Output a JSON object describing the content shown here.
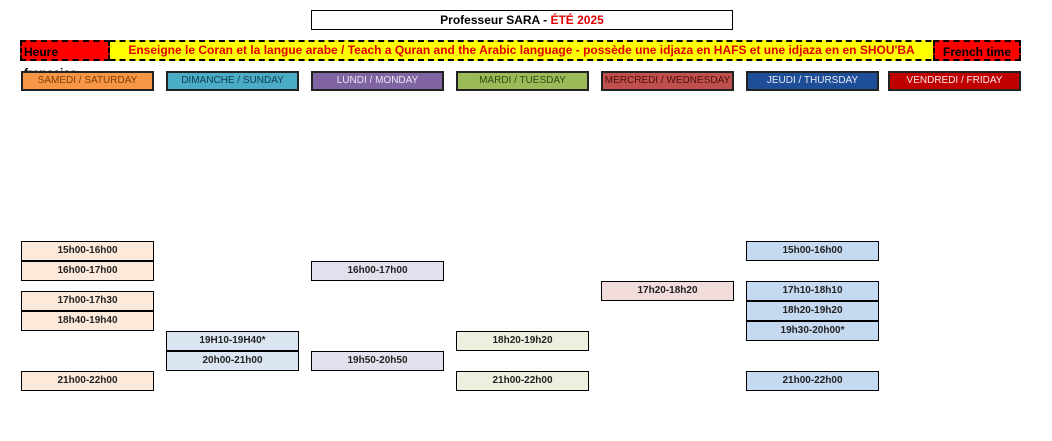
{
  "title": {
    "text": "Professeur SARA",
    "separator": " - ",
    "season": "ÉTÉ 2025"
  },
  "banner": {
    "left": "Heure française",
    "center": "Enseigne le Coran et la langue arabe / Teach a Quran and the Arabic language - possède une idjaza en HAFS et une idjaza en en SHOU'BA",
    "right": "French time"
  },
  "days": [
    {
      "label": "SAMEDI / SATURDAY",
      "color": "#f79646",
      "text_color": "#7f3f00"
    },
    {
      "label": "DIMANCHE / SUNDAY",
      "color": "#4bacc6",
      "text_color": "#0e3c50"
    },
    {
      "label": "LUNDI / MONDAY",
      "color": "#8064a2",
      "text_color": "#ece6f2"
    },
    {
      "label": "MARDI / TUESDAY",
      "color": "#9bbb59",
      "text_color": "#2f4a12"
    },
    {
      "label": "MERCREDI / WEDNESDAY",
      "color": "#c0504d",
      "text_color": "#4d0f0d"
    },
    {
      "label": "JEUDI / THURSDAY",
      "color": "#1f4e99",
      "text_color": "#e6ecf6"
    },
    {
      "label": "VENDREDI / FRIDAY",
      "color": "#c00000",
      "text_color": "#ffe6e6"
    }
  ],
  "slots": {
    "saturday": [
      "15h00-16h00",
      "16h00-17h00",
      "17h00-17h30",
      "18h40-19h40",
      "21h00-22h00"
    ],
    "sunday": [
      "19H10-19H40*",
      "20h00-21h00"
    ],
    "monday": [
      "16h00-17h00",
      "19h50-20h50"
    ],
    "tuesday": [
      "18h20-19h20",
      "21h00-22h00"
    ],
    "wednesday": [
      "17h20-18h20"
    ],
    "thursday": [
      "15h00-16h00",
      "17h10-18h10",
      "18h20-19h20",
      "19h30-20h00*",
      "21h00-22h00"
    ],
    "friday": []
  },
  "colors": {
    "saturday_fill": "#fde9d9",
    "sunday_fill": "#dbe5f1",
    "monday_fill": "#e4dfec",
    "tuesday_fill": "#ebf1de",
    "wednesday_fill": "#f2dcdb",
    "thursday_fill": "#c5d9f1"
  }
}
